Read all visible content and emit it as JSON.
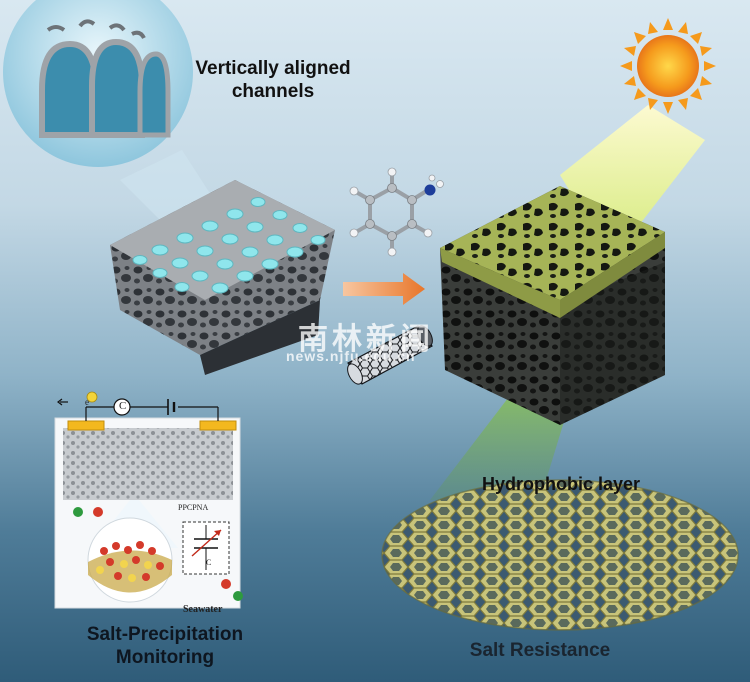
{
  "labels": {
    "channels": "Vertically aligned channels",
    "hydrophobic": "Hydrophobic layer",
    "salt_resistance": "Salt Resistance",
    "salt_precipitation": "Salt-Precipitation Monitoring",
    "ppcpna": "PPCPNA",
    "seawater": "Seawater",
    "electron": "e",
    "capacitor": "C",
    "capacitor_small": "C"
  },
  "watermark": {
    "chinese": "南林新闻",
    "url": "news.njfu.edu.cn"
  },
  "colors": {
    "sun": "#f5a623",
    "beam": "#e6f07a",
    "cnt_coating": "#a3b04e",
    "channel_cyan": "#8fe6ec",
    "arrow": "#f08a3c",
    "electrode": "#f3b81f",
    "ion_red": "#d43a2a",
    "ion_green": "#2e9a3e"
  },
  "icons": [
    "sun-icon",
    "aniline-molecule-icon",
    "carbon-nanotube-icon",
    "reaction-arrow-icon",
    "capacitor-symbol-icon"
  ]
}
